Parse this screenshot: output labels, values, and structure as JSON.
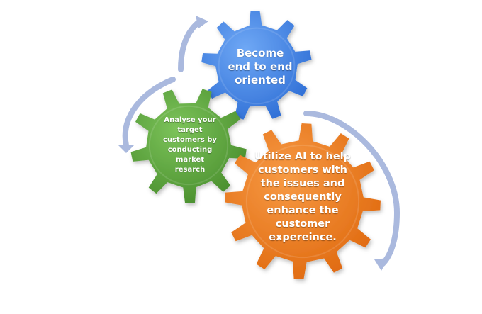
{
  "gears": [
    {
      "id": "blue",
      "text": "Become\nend to end\noriented",
      "color": "#3b7fe6"
    },
    {
      "id": "green",
      "text": "Analyse your\ntarget\ncustomers by\nconducting\nmarket\nresarch",
      "color": "#59a83a"
    },
    {
      "id": "orange",
      "text": "Utilize AI to help\ncustomers with\nthe issues and\nconsequently\nenhance the\ncustomer\nexpereince.",
      "color": "#f07c1e"
    }
  ],
  "arrow_color": "#aab9de"
}
